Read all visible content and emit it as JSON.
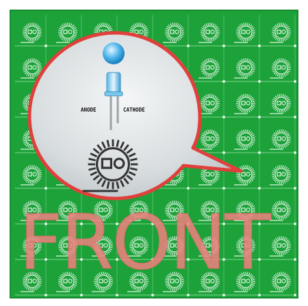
{
  "diagram": {
    "labels": {
      "anode": "ANODE",
      "cathode": "CATHODE",
      "front": "FRONT"
    },
    "grid": {
      "columns": 8,
      "rows": 8
    },
    "colors": {
      "board": "#1da23a",
      "trace": "#7fd88f",
      "pad": "#dff5e2",
      "bubble_fill": "#d9dee0",
      "bubble_border": "#e0403c",
      "led_blue": "#3aa8e0",
      "front_text": "#f08080",
      "footprint": "#333333"
    }
  }
}
